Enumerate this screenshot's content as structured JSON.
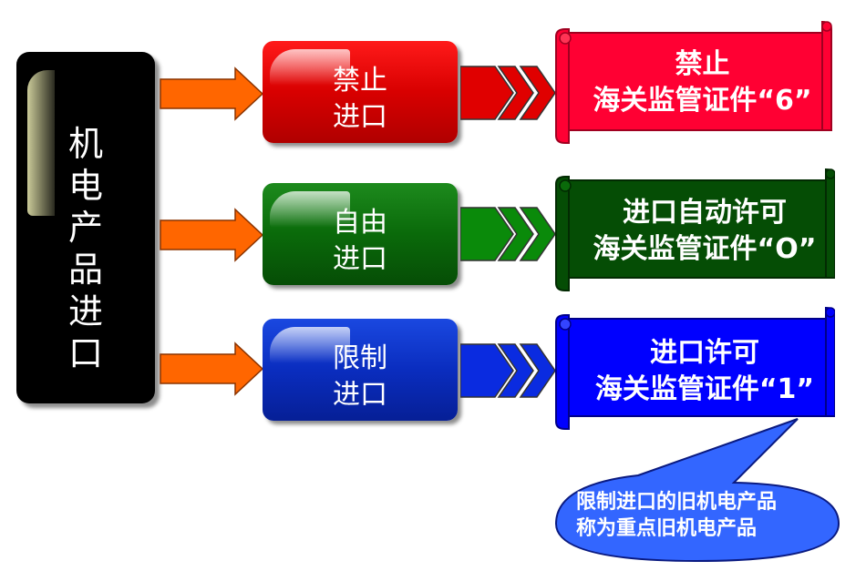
{
  "main": {
    "lines": [
      "机",
      "电",
      "产",
      "品",
      "进",
      "口"
    ]
  },
  "categories": [
    {
      "id": "prohibited",
      "lines": [
        "禁止",
        "进口"
      ],
      "color": "#d80000"
    },
    {
      "id": "free",
      "lines": [
        "自由",
        "进口"
      ],
      "color": "#0a6a0a"
    },
    {
      "id": "restricted",
      "lines": [
        "限制",
        "进口"
      ],
      "color": "#0a2dbf"
    }
  ],
  "results": [
    {
      "id": "prohibited",
      "lines": [
        "禁止",
        "海关监管证件“6”"
      ],
      "color": "#ff0033"
    },
    {
      "id": "free",
      "lines": [
        "进口自动许可",
        "海关监管证件“O”"
      ],
      "color": "#054d05"
    },
    {
      "id": "restricted",
      "lines": [
        "进口许可",
        "海关监管证件“1”"
      ],
      "color": "#0000ff"
    }
  ],
  "callout": {
    "lines": [
      "限制进口的旧机电产品",
      "称为重点旧机电产品"
    ],
    "color": "#3366ff"
  },
  "arrow_color": "#ff6600"
}
